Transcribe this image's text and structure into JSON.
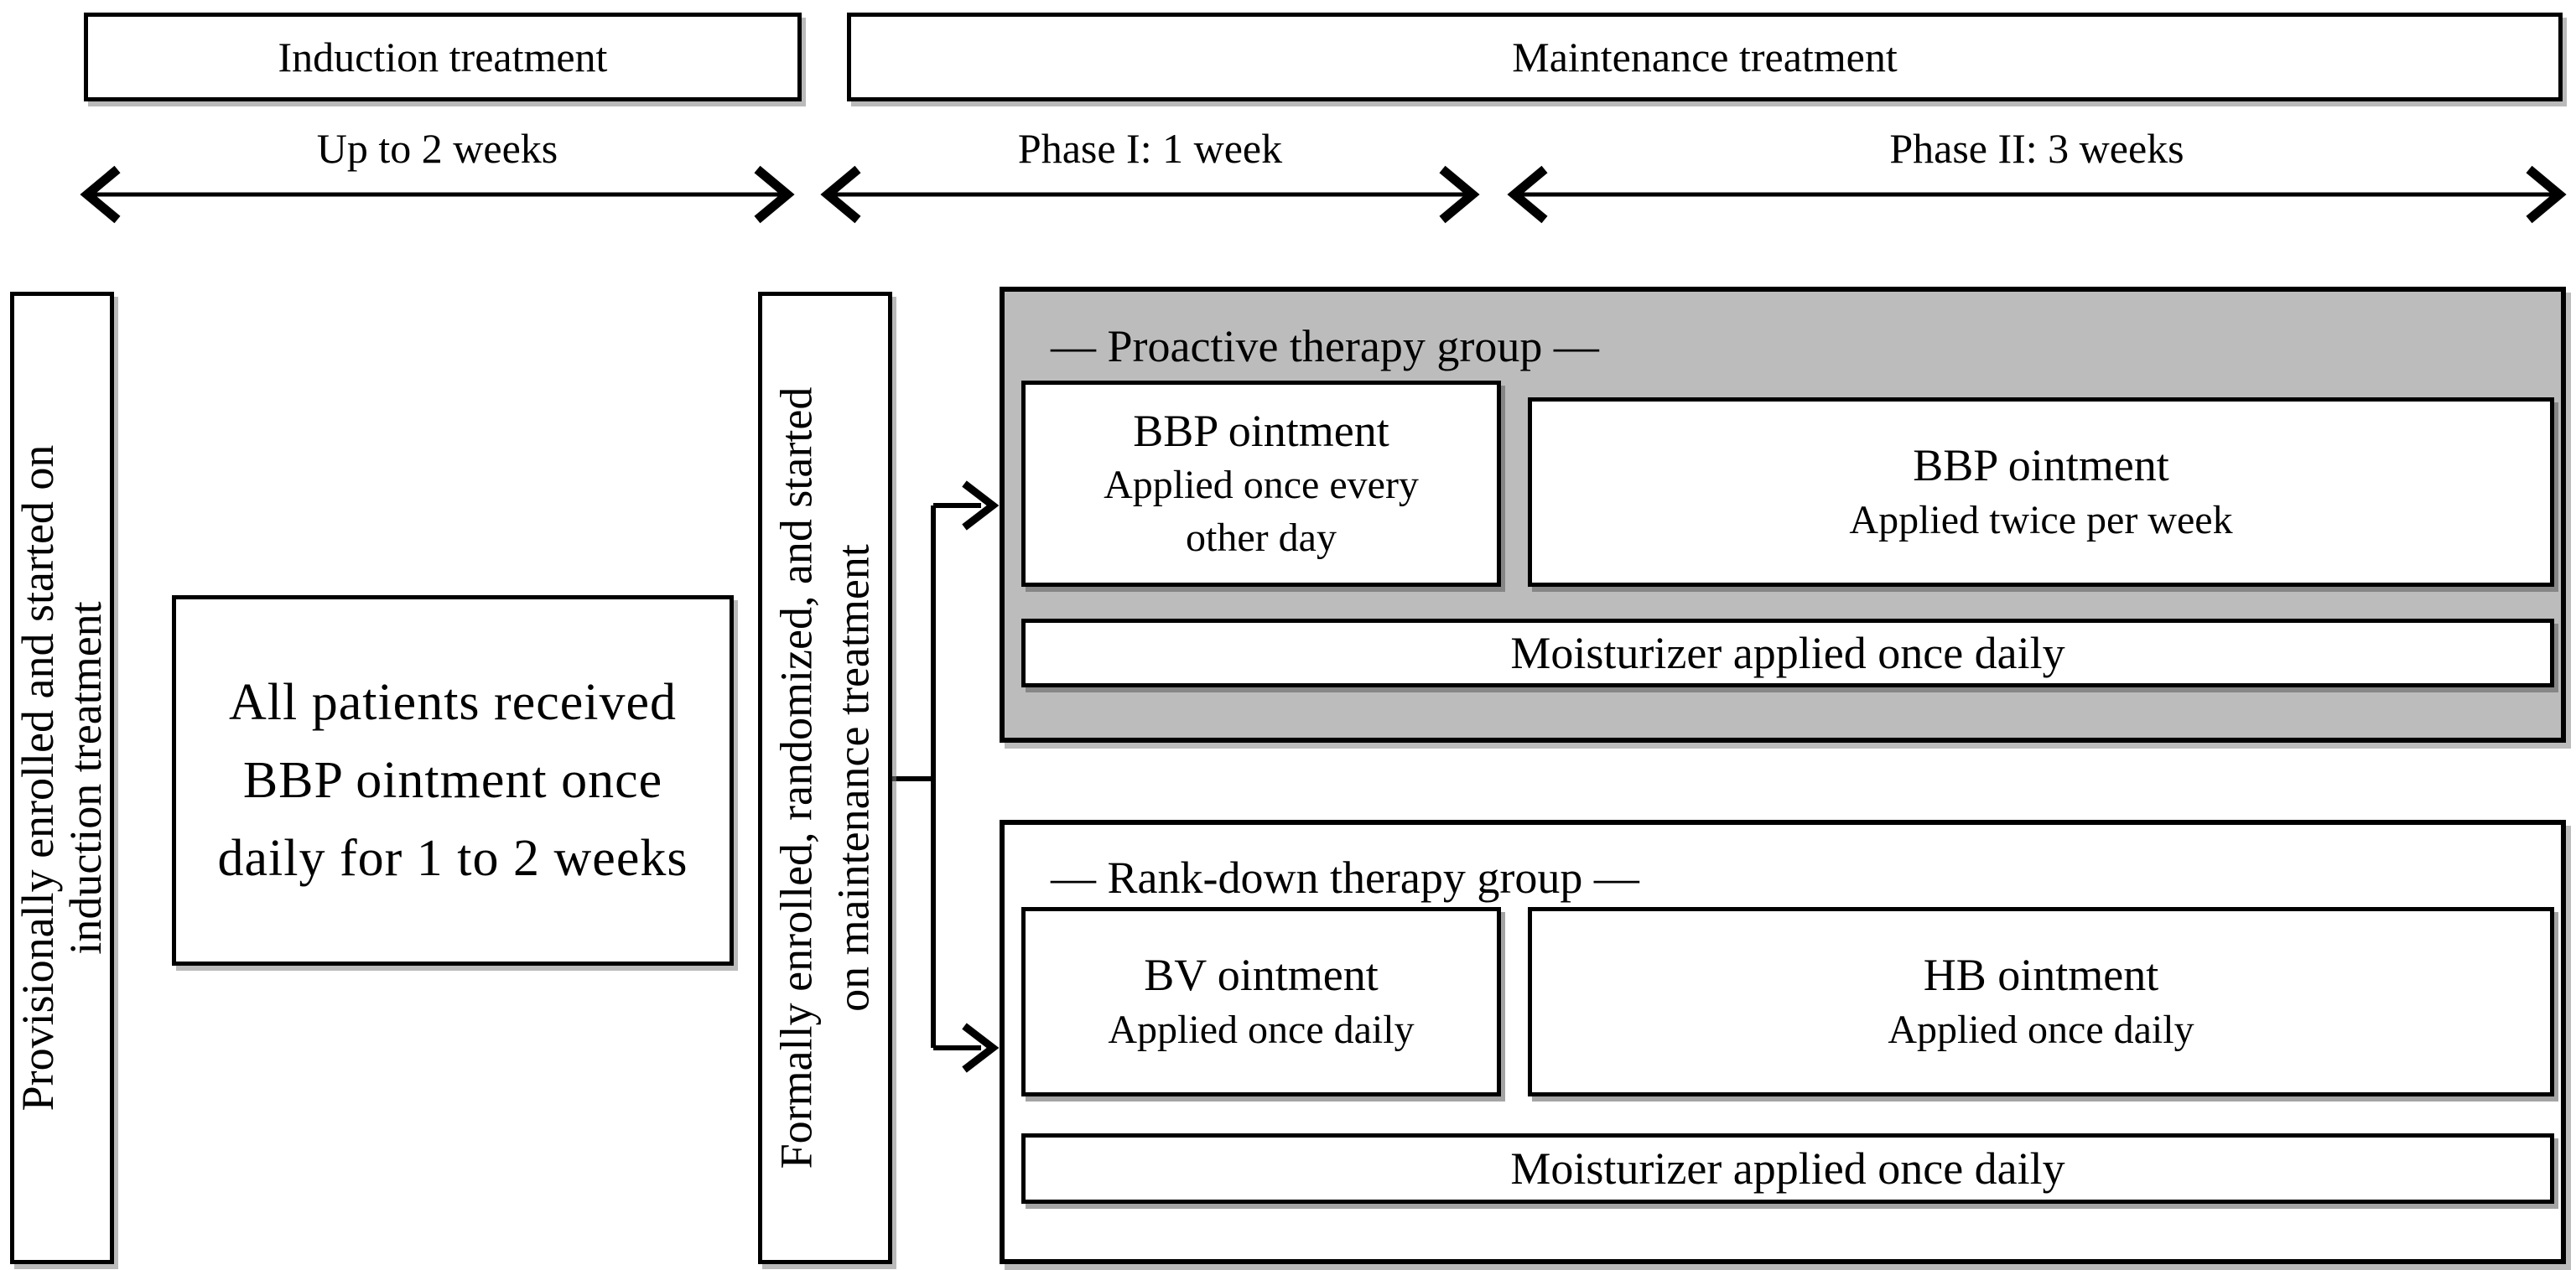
{
  "header": {
    "induction": "Induction treatment",
    "maintenance": "Maintenance treatment"
  },
  "timeline": {
    "induction_duration": "Up to 2 weeks",
    "phase1": "Phase I: 1 week",
    "phase2": "Phase II: 3 weeks"
  },
  "enrollment": {
    "provisional": {
      "line1": "Provisionally enrolled and started on",
      "line2": "induction treatment"
    },
    "formal": {
      "line1": "Formally enrolled, randomized, and started",
      "line2": "on maintenance treatment"
    }
  },
  "induction_phase": {
    "description_lines": [
      "All patients received",
      "BBP ointment once",
      "daily for 1 to 2 weeks"
    ]
  },
  "proactive_group": {
    "label": "— Proactive therapy group —",
    "phase1_box": {
      "title": "BBP ointment",
      "subtitle_lines": [
        "Applied once every",
        "other day"
      ]
    },
    "phase2_box": {
      "title": "BBP ointment",
      "subtitle": "Applied twice per week"
    },
    "moisturizer": "Moisturizer applied once daily"
  },
  "rankdown_group": {
    "label": "— Rank-down therapy group —",
    "phase1_box": {
      "title": "BV ointment",
      "subtitle": "Applied once daily"
    },
    "phase2_box": {
      "title": "HB ointment",
      "subtitle": "Applied once daily"
    },
    "moisturizer": "Moisturizer applied once daily"
  },
  "colors": {
    "group_gray": "#bcbcbc",
    "border_black": "#000000"
  }
}
